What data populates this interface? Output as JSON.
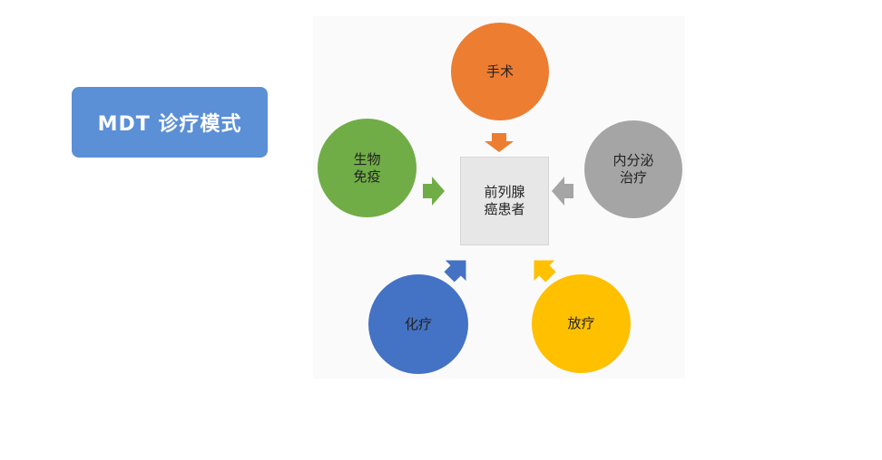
{
  "title": "MDT 诊疗模式",
  "center": {
    "label": "前列腺\n癌患者",
    "color": "#e7e7e7"
  },
  "nodes": [
    {
      "id": "surgery",
      "label": "手术",
      "color": "#ed7d31"
    },
    {
      "id": "endocrine",
      "label": "内分泌\n治疗",
      "color": "#a5a5a5"
    },
    {
      "id": "radiotherapy",
      "label": "放疗",
      "color": "#ffc000"
    },
    {
      "id": "chemotherapy",
      "label": "化疗",
      "color": "#4472c4"
    },
    {
      "id": "immunity",
      "label": "生物\n免疫",
      "color": "#70ad47"
    }
  ],
  "colors": {
    "title_box": "#5b8fd6"
  }
}
